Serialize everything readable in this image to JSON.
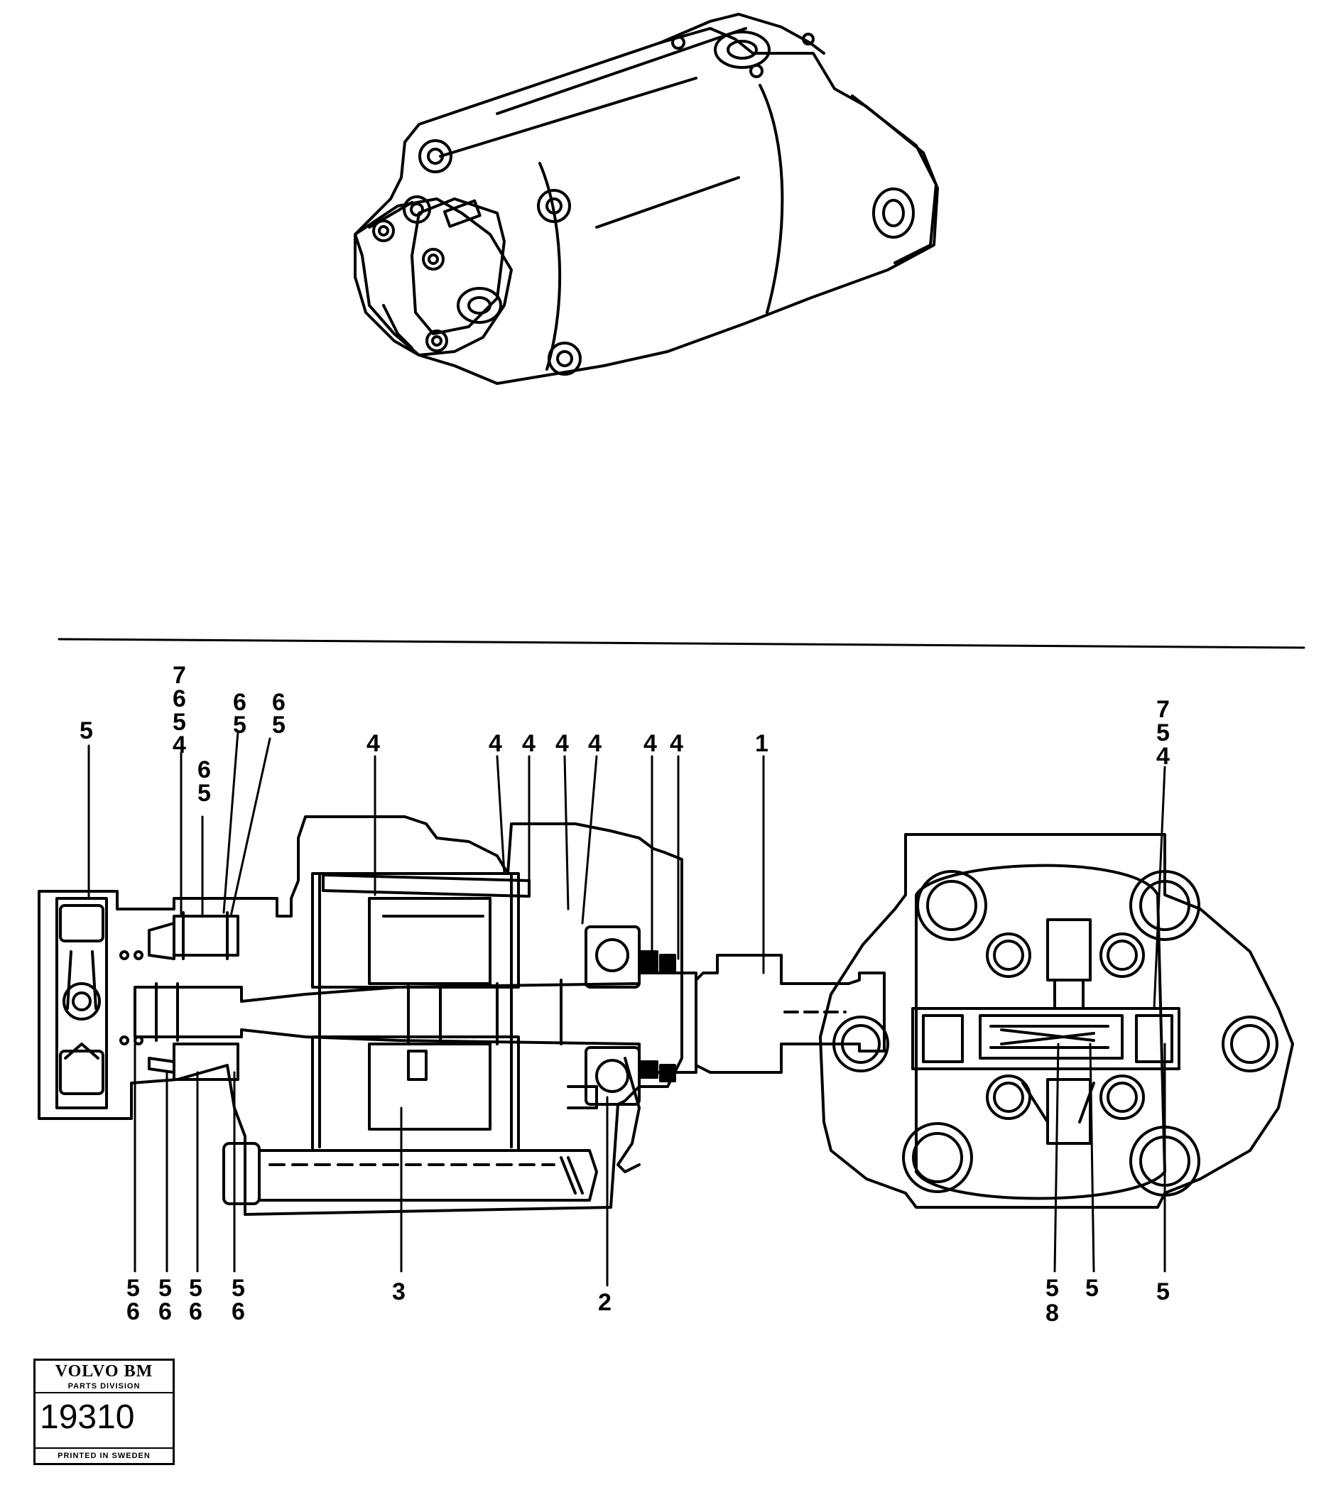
{
  "callouts": {
    "top_left": [
      "5",
      "7",
      "6",
      "5",
      "4",
      "6",
      "5",
      "6",
      "5",
      "6",
      "5"
    ],
    "top_mid": [
      "4",
      "4",
      "4",
      "4",
      "4",
      "4",
      "4",
      "1"
    ],
    "bottom_left": [
      "5",
      "6",
      "5",
      "6",
      "5",
      "6",
      "5",
      "6"
    ],
    "bottom_mid": [
      "3",
      "2"
    ],
    "end_view_top": [
      "7",
      "5",
      "4"
    ],
    "end_view_bottom": [
      "5",
      "8",
      "5",
      "5"
    ]
  },
  "stamp": {
    "brand": "VOLVO BM",
    "division": "PARTS DIVISION",
    "number": "19310",
    "footer": "PRINTED IN SWEDEN"
  }
}
